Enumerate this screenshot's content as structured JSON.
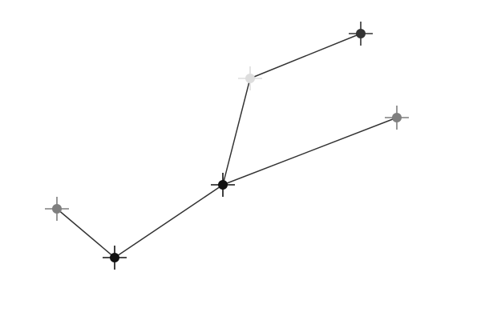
{
  "diagram": {
    "edge_color": "#333333",
    "nodes": [
      {
        "id": "n1",
        "color": "#7f7f7f"
      },
      {
        "id": "n2",
        "color": "#111111"
      },
      {
        "id": "n3",
        "color": "#111111"
      },
      {
        "id": "n4",
        "color": "#dddddd"
      },
      {
        "id": "n5",
        "color": "#333333"
      },
      {
        "id": "n6",
        "color": "#7f7f7f"
      }
    ],
    "edges": [
      {
        "from": "n1",
        "to": "n2"
      },
      {
        "from": "n2",
        "to": "n3"
      },
      {
        "from": "n3",
        "to": "n4"
      },
      {
        "from": "n4",
        "to": "n5"
      },
      {
        "from": "n3",
        "to": "n6"
      }
    ]
  }
}
